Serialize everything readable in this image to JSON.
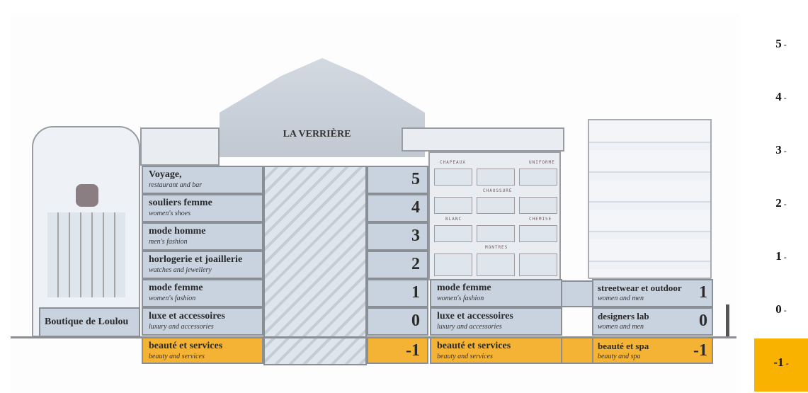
{
  "roof_title": "LA VERRIÈRE",
  "boutique_label": "Boutique de Loulou",
  "main_floors": [
    {
      "title": "Voyage,",
      "subtitle": "restaurant and bar",
      "level": "5"
    },
    {
      "title": "souliers femme",
      "subtitle": "women's shoes",
      "level": "4"
    },
    {
      "title": "mode homme",
      "subtitle": "men's fashion",
      "level": "3"
    },
    {
      "title": "horlogerie et joaillerie",
      "subtitle": "watches and jewellery",
      "level": "2"
    },
    {
      "title": "mode femme",
      "subtitle": "women's fashion",
      "level": "1"
    },
    {
      "title": "luxe et accessoires",
      "subtitle": "luxury and accessories",
      "level": "0"
    },
    {
      "title": "beauté et services",
      "subtitle": "beauty and services",
      "level": "-1"
    }
  ],
  "middle_floors": [
    {
      "title": "mode femme",
      "subtitle": "women's fashion"
    },
    {
      "title": "luxe et accessoires",
      "subtitle": "luxury and accessories"
    },
    {
      "title": "beauté et services",
      "subtitle": "beauty and services"
    }
  ],
  "facade_signs": [
    "CHAPEAUX",
    "UNIFORME",
    "CHAUSSURE",
    "BLANC",
    "CHEMISE",
    "MONTRES"
  ],
  "right_floors": [
    {
      "title": "streetwear et outdoor",
      "subtitle": "women and men",
      "level": "1"
    },
    {
      "title": "designers lab",
      "subtitle": "women and men",
      "level": "0"
    },
    {
      "title": "beauté et spa",
      "subtitle": "beauty and spa",
      "level": "-1"
    }
  ],
  "level_nav": {
    "items": [
      "5",
      "4",
      "3",
      "2",
      "1",
      "0",
      "-1"
    ],
    "selected": "-1"
  },
  "colors": {
    "accent": "#f5b335",
    "panel": "#c9d3df"
  }
}
